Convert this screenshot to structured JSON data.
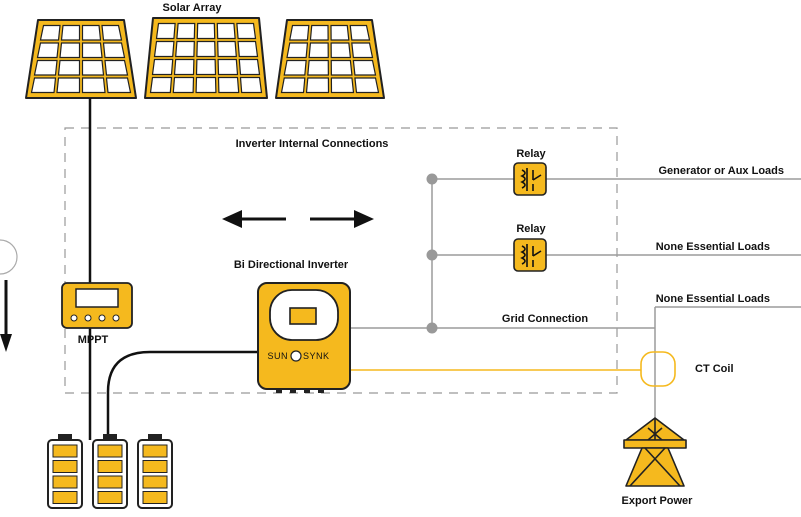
{
  "labels": {
    "solar_array": "Solar Array",
    "inverter_internal": "Inverter Internal Connections",
    "relay_top": "Relay",
    "relay_middle": "Relay",
    "generator": "Generator or Aux Loads",
    "none_essential_1": "None Essential Loads",
    "none_essential_2": "None Essential Loads",
    "bi_directional": "Bi Directional Inverter",
    "mppt": "MPPT",
    "grid_connection": "Grid Connection",
    "ct_coil": "CT Coil",
    "export_power": "Export Power"
  },
  "brand": {
    "left": "SUN",
    "right": "SYNK"
  },
  "colors": {
    "accent": "#F5B91E",
    "wire_gray": "#9b9b9b",
    "outline": "#222222"
  },
  "icons": [
    "solar-panel-icon",
    "relay-icon",
    "inverter-icon",
    "mppt-icon",
    "battery-icon",
    "power-tower-icon",
    "ct-coil-icon",
    "arrow-icon"
  ]
}
